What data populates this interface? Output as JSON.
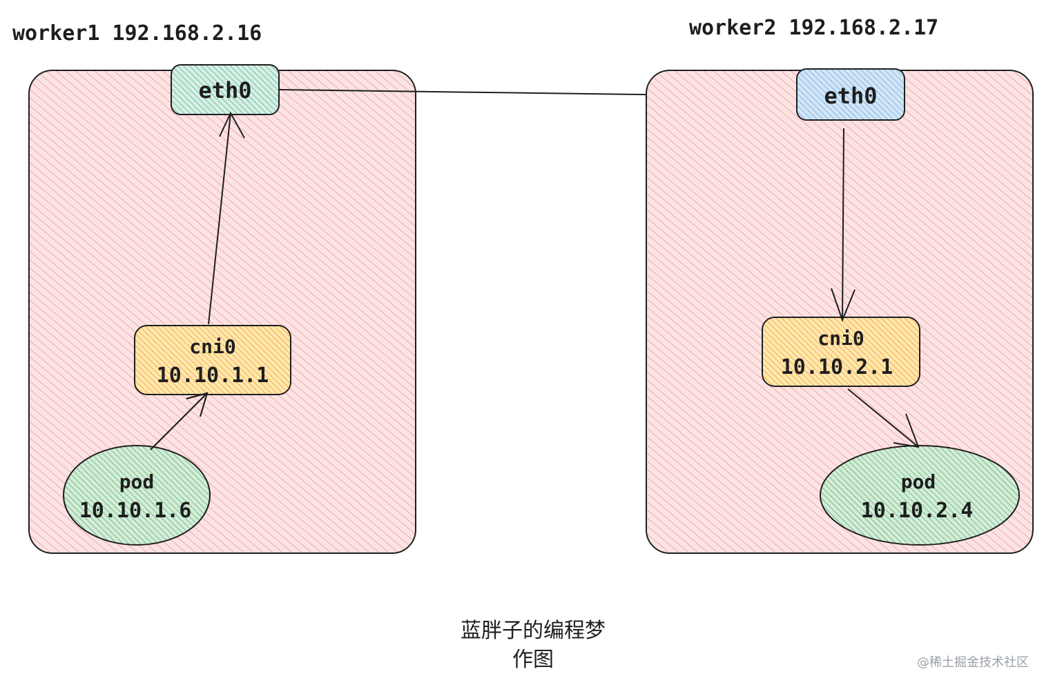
{
  "colors": {
    "host_fill": "#f3c2c5",
    "host_hatch": "#e03131",
    "eth0_left_hatch": "#2f9e77",
    "eth0_right_hatch": "#1c7ed6",
    "cni_fill": "#ffe8b3",
    "cni_hatch": "#f08c00",
    "pod_hatch": "#2f9e44",
    "stroke": "#1e1e1e"
  },
  "workers": [
    {
      "title": "worker1 192.168.2.16",
      "eth0": "eth0",
      "cni_name": "cni0",
      "cni_ip": "10.10.1.1",
      "pod_name": "pod",
      "pod_ip": "10.10.1.6"
    },
    {
      "title": "worker2 192.168.2.17",
      "eth0": "eth0",
      "cni_name": "cni0",
      "cni_ip": "10.10.2.1",
      "pod_name": "pod",
      "pod_ip": "10.10.2.4"
    }
  ],
  "caption": {
    "line1": "蓝胖子的编程梦",
    "line2": "作图"
  },
  "watermark": "@稀土掘金技术社区"
}
